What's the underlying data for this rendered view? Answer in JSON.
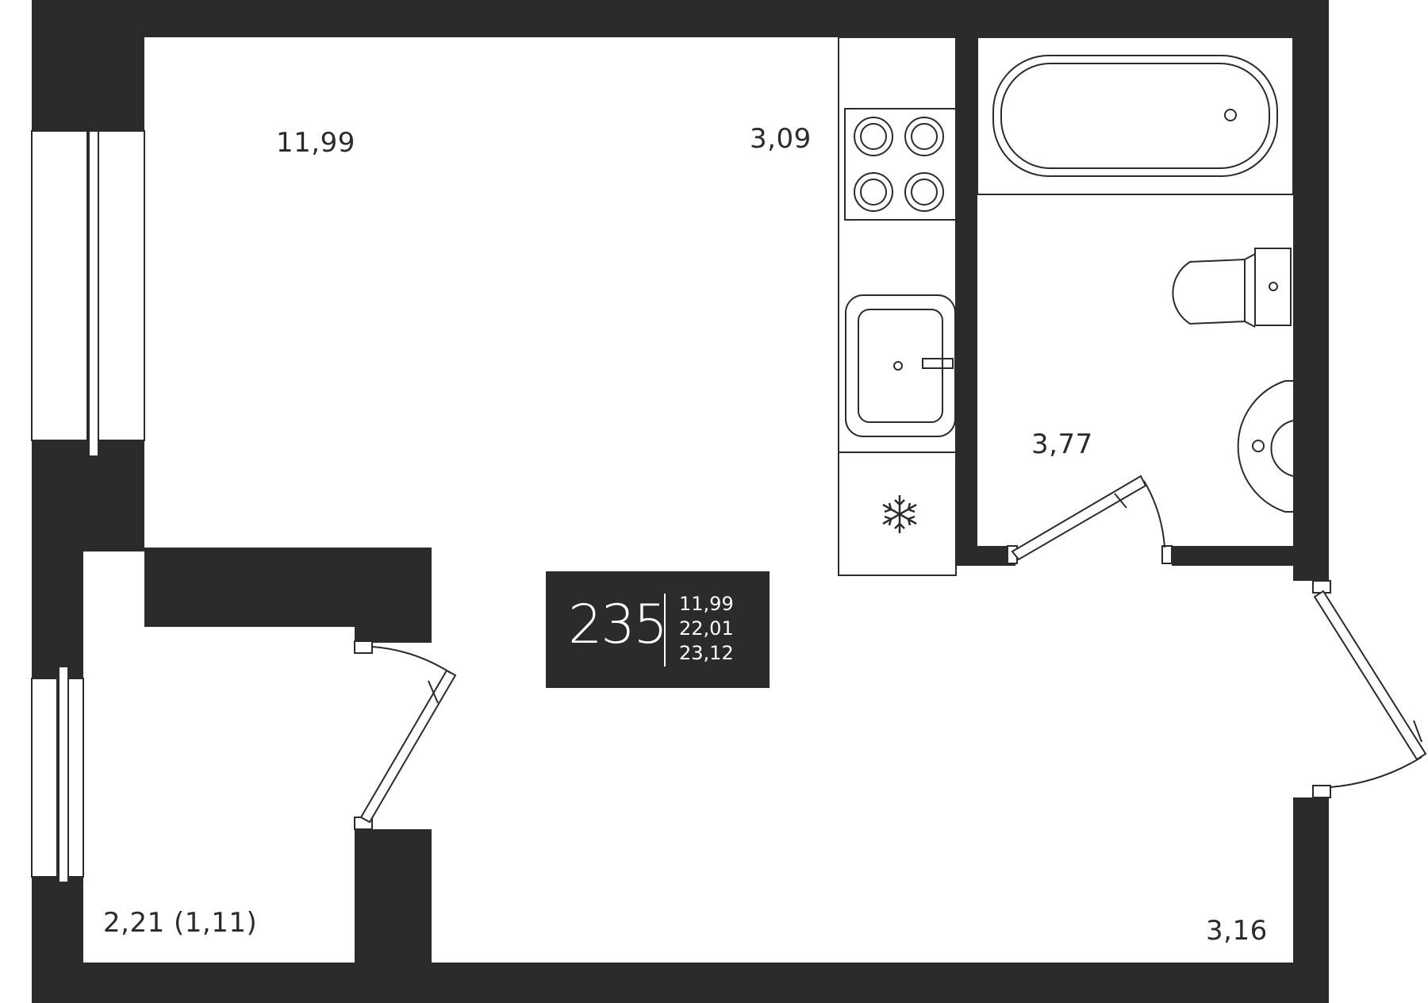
{
  "unit": {
    "number": "235",
    "areas": [
      "11,99",
      "22,01",
      "23,12"
    ]
  },
  "rooms": [
    {
      "id": "living-room",
      "area": "11,99"
    },
    {
      "id": "kitchen",
      "area": "3,09"
    },
    {
      "id": "bathroom",
      "area": "3,77"
    },
    {
      "id": "balcony",
      "area": "2,21 (1,11)"
    },
    {
      "id": "hallway",
      "area": "3,16"
    }
  ],
  "icons": {
    "fridge": "snowflake-icon"
  },
  "colors": {
    "wall": "#2b2b2b",
    "badge_bg": "#2b2b2b",
    "background": "#ffffff",
    "line": "#2b2b2b"
  }
}
